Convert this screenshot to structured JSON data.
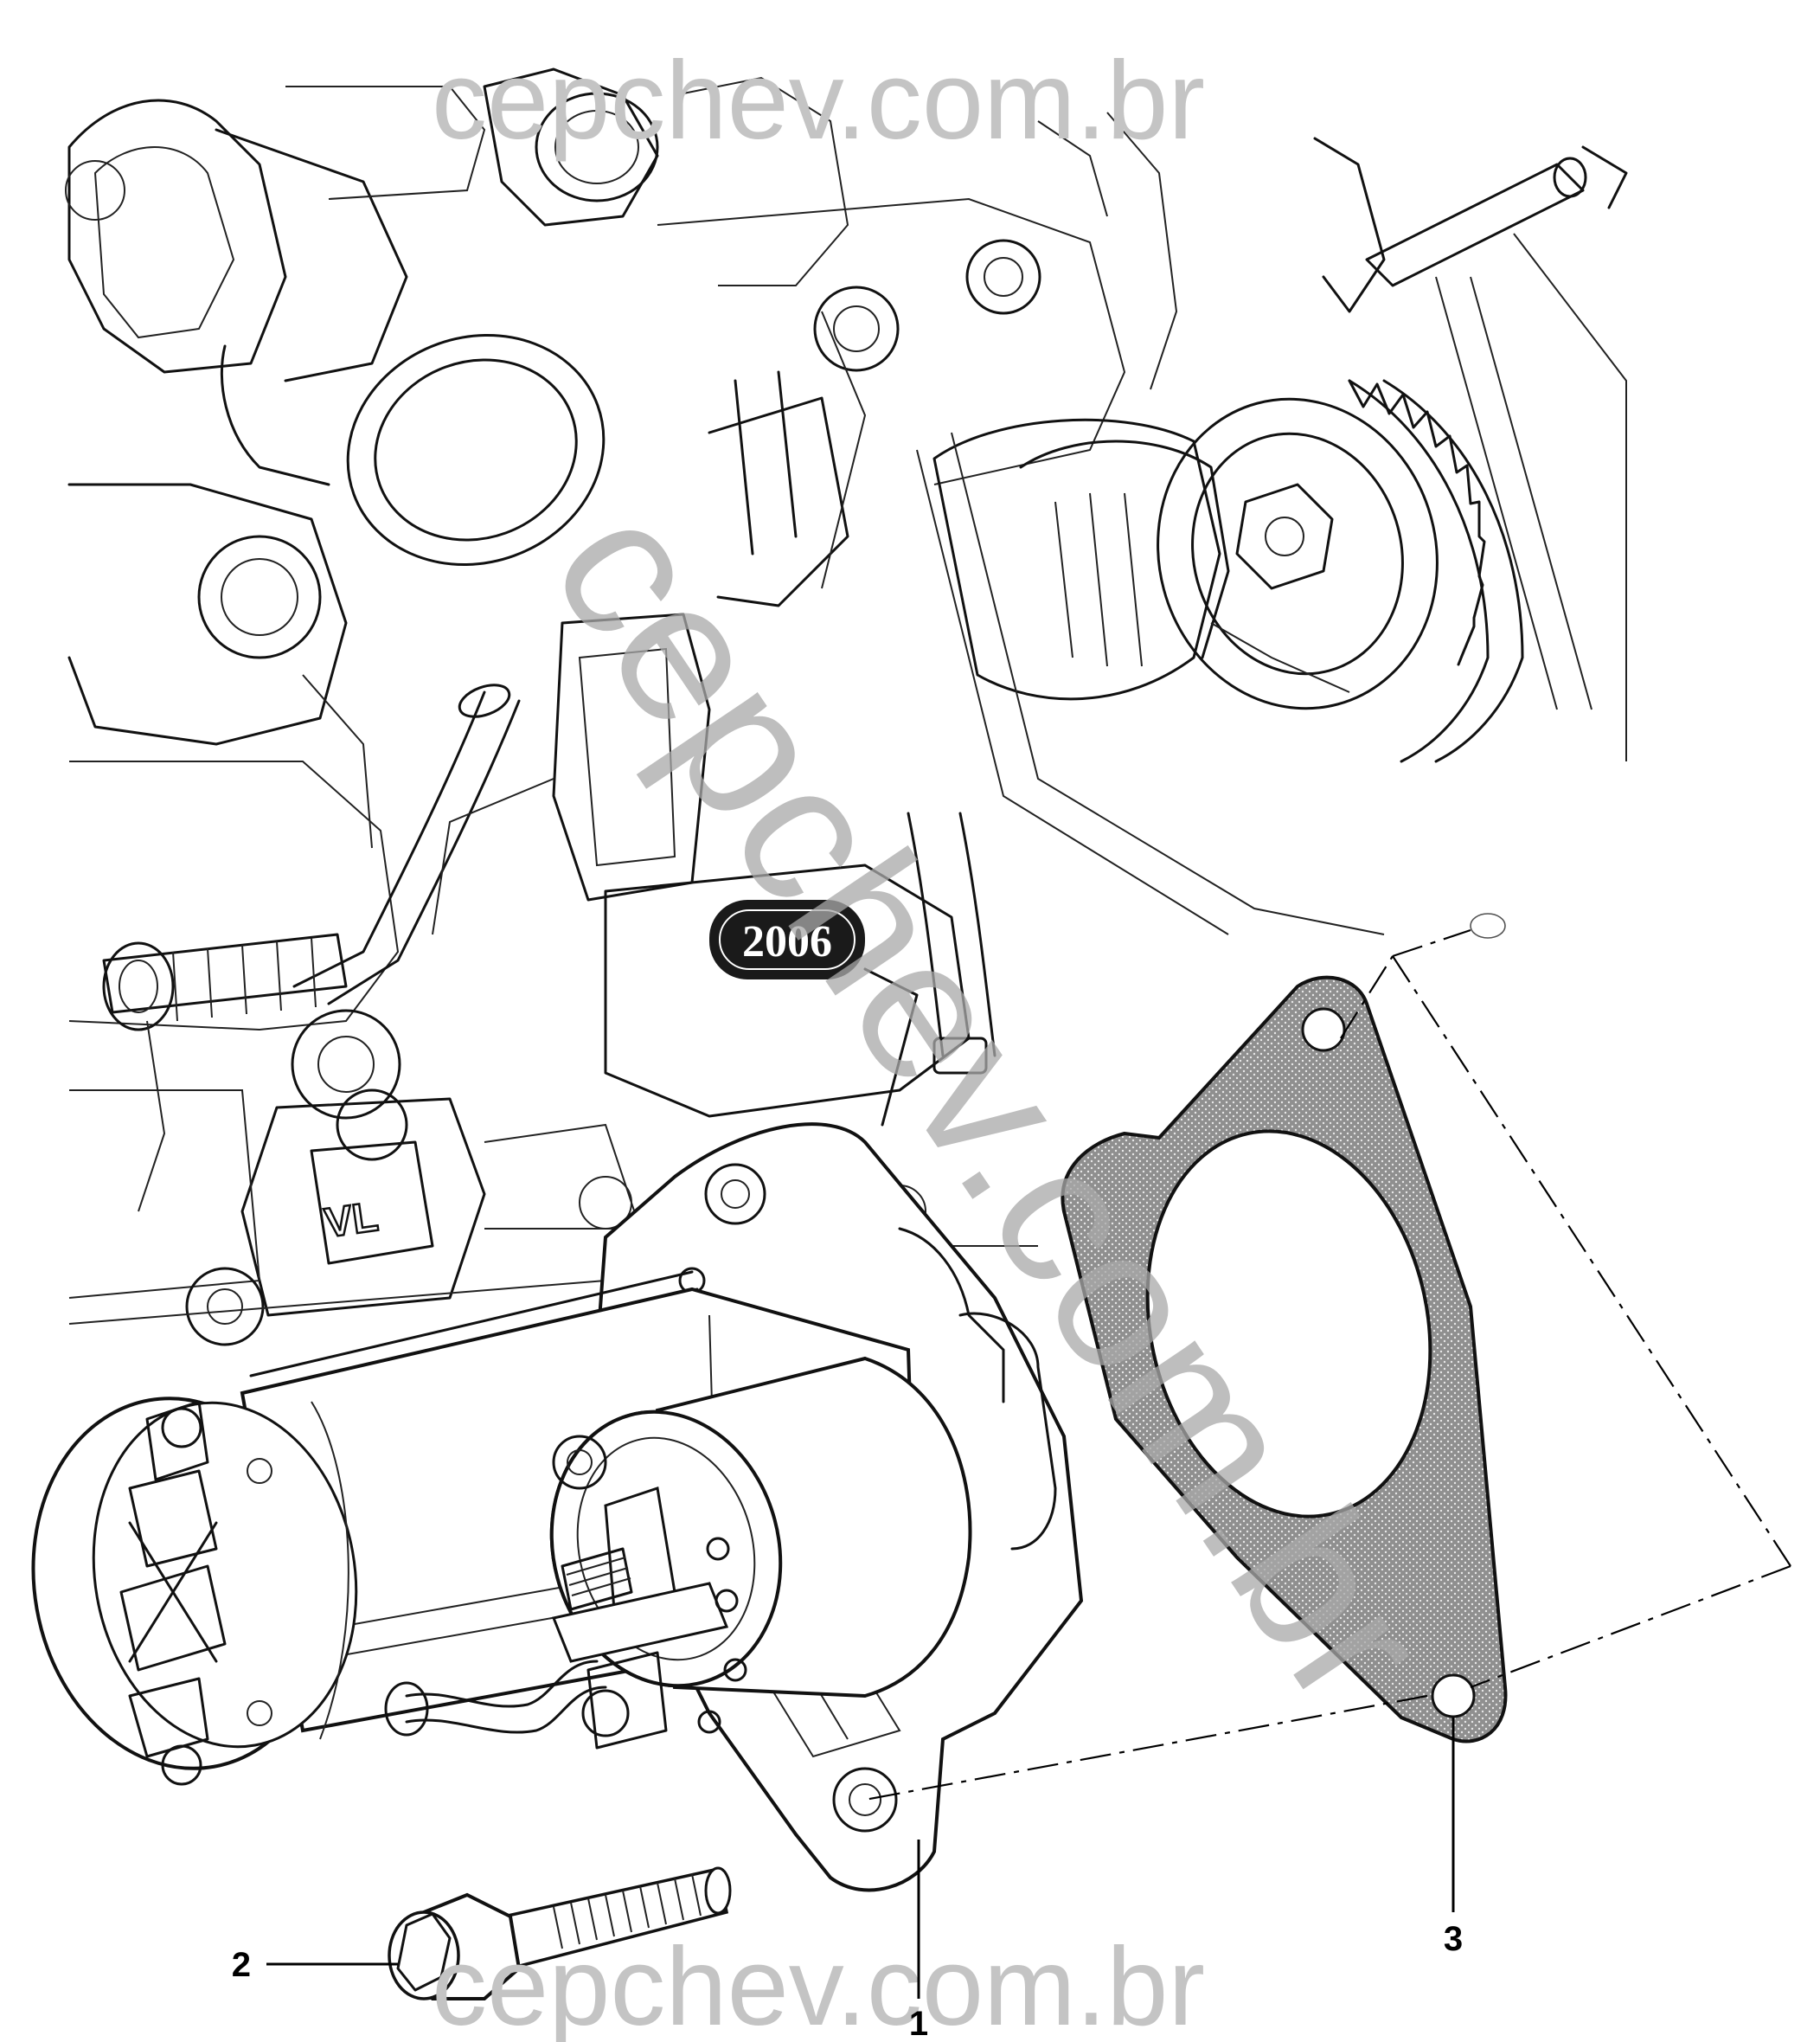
{
  "watermark": {
    "top": "cepchev.com.br",
    "diagonal": "cepchev.com.br",
    "bottom": "cepchev.com.br"
  },
  "engine_markings": {
    "year_stamp": "2006",
    "casting_mark": "VL"
  },
  "callouts": [
    {
      "id": "starter-motor",
      "label": "1"
    },
    {
      "id": "mounting-bolt",
      "label": "2"
    },
    {
      "id": "spacer-gasket",
      "label": "3"
    }
  ]
}
